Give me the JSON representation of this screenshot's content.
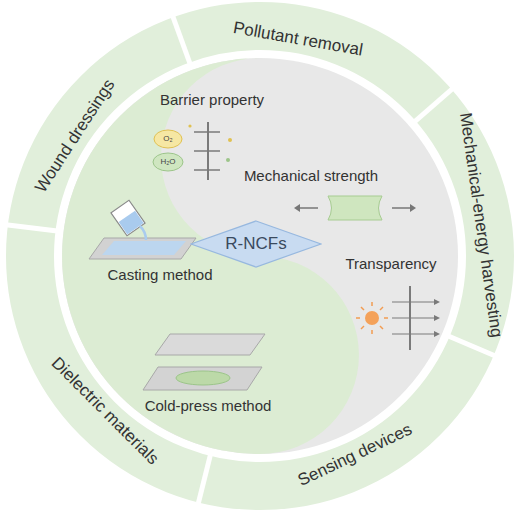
{
  "diagram": {
    "nodes": [
      {
        "text": [
          "Pollutant removal"
        ]
      },
      {
        "text": [
          "Mechanical-energy harvesting"
        ]
      },
      {
        "text": [
          "Sensing devices"
        ]
      },
      {
        "text": [
          "Dielectric materials"
        ]
      },
      {
        "text": [
          "Wound dressings"
        ]
      },
      {
        "text": [
          "R-NCFs"
        ]
      }
    ],
    "labels": [
      "Barrier property",
      "O₂",
      "H₂O",
      "Mechanical strength",
      "Transparency",
      "Casting method",
      "Cold-press method"
    ]
  }
}
